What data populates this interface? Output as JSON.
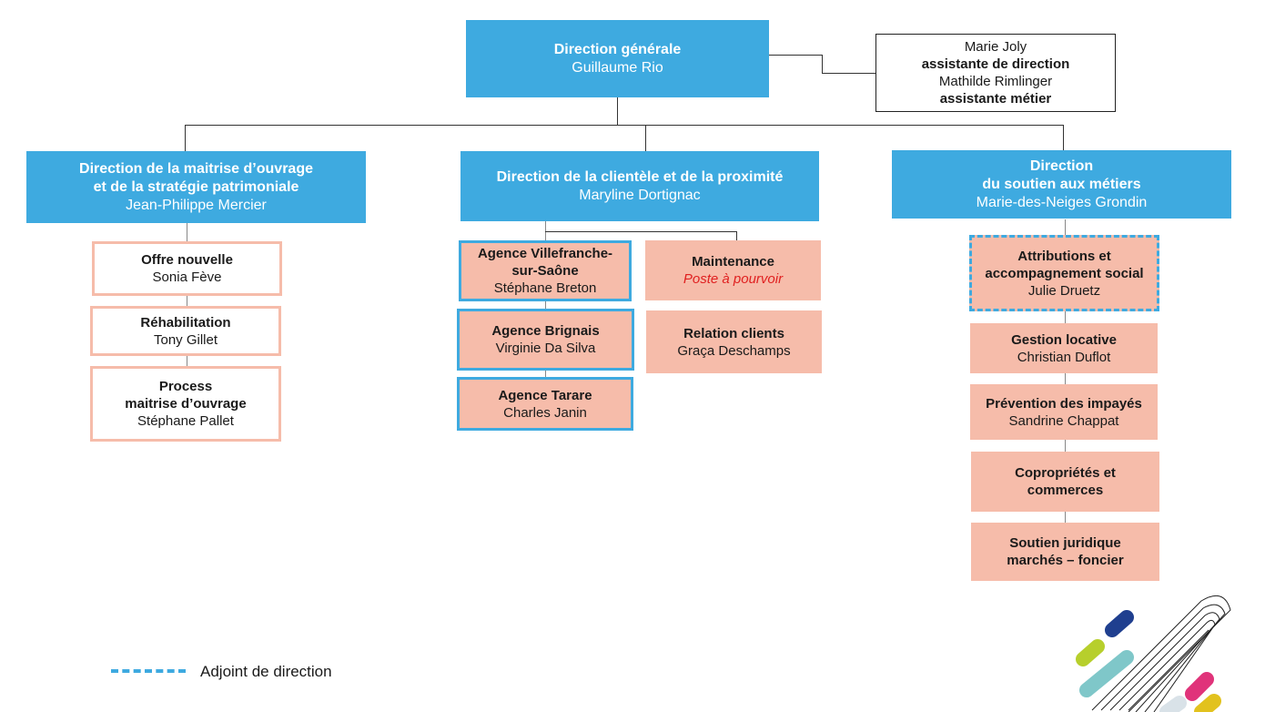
{
  "top": {
    "title": "Direction générale",
    "name": "Guillaume Rio"
  },
  "assistants": {
    "name1": "Marie Joly",
    "role1": "assistante de direction",
    "name2": "Mathilde Rimlinger",
    "role2": "assistante métier"
  },
  "left": {
    "title1": "Direction de la maitrise d’ouvrage",
    "title2": "et de la stratégie patrimoniale",
    "name": "Jean-Philippe Mercier",
    "items": [
      {
        "title": "Offre nouvelle",
        "name": "Sonia Fève"
      },
      {
        "title": "Réhabilitation",
        "name": "Tony Gillet"
      },
      {
        "title1": "Process",
        "title2": "maitrise d’ouvrage",
        "name": "Stéphane Pallet"
      }
    ]
  },
  "middle": {
    "title": "Direction de la clientèle et de la proximité",
    "name": "Maryline Dortignac",
    "agencies": [
      {
        "title1": "Agence Villefranche-",
        "title2": "sur-Saône",
        "name": "Stéphane Breton"
      },
      {
        "title": "Agence Brignais",
        "name": "Virginie Da Silva"
      },
      {
        "title": "Agence Tarare",
        "name": "Charles Janin"
      }
    ],
    "services": [
      {
        "title": "Maintenance",
        "name": "Poste à pourvoir"
      },
      {
        "title": "Relation clients",
        "name": "Graça Deschamps"
      }
    ]
  },
  "right": {
    "title1": "Direction",
    "title2": "du soutien aux métiers",
    "name": "Marie-des-Neiges Grondin",
    "items": [
      {
        "title1": "Attributions et",
        "title2": "accompagnement social",
        "name": "Julie Druetz"
      },
      {
        "title": "Gestion locative",
        "name": "Christian Duflot"
      },
      {
        "title": "Prévention des impayés",
        "name": "Sandrine Chappat"
      },
      {
        "title1": "Copropriétés et",
        "title2": "commerces"
      },
      {
        "title1": "Soutien juridique",
        "title2": "marchés – foncier"
      }
    ]
  },
  "legend": {
    "label": "Adjoint de direction"
  },
  "colors": {
    "blue": "#3eaae0",
    "pink": "#f6bcaa",
    "vacant": "#e02020"
  }
}
